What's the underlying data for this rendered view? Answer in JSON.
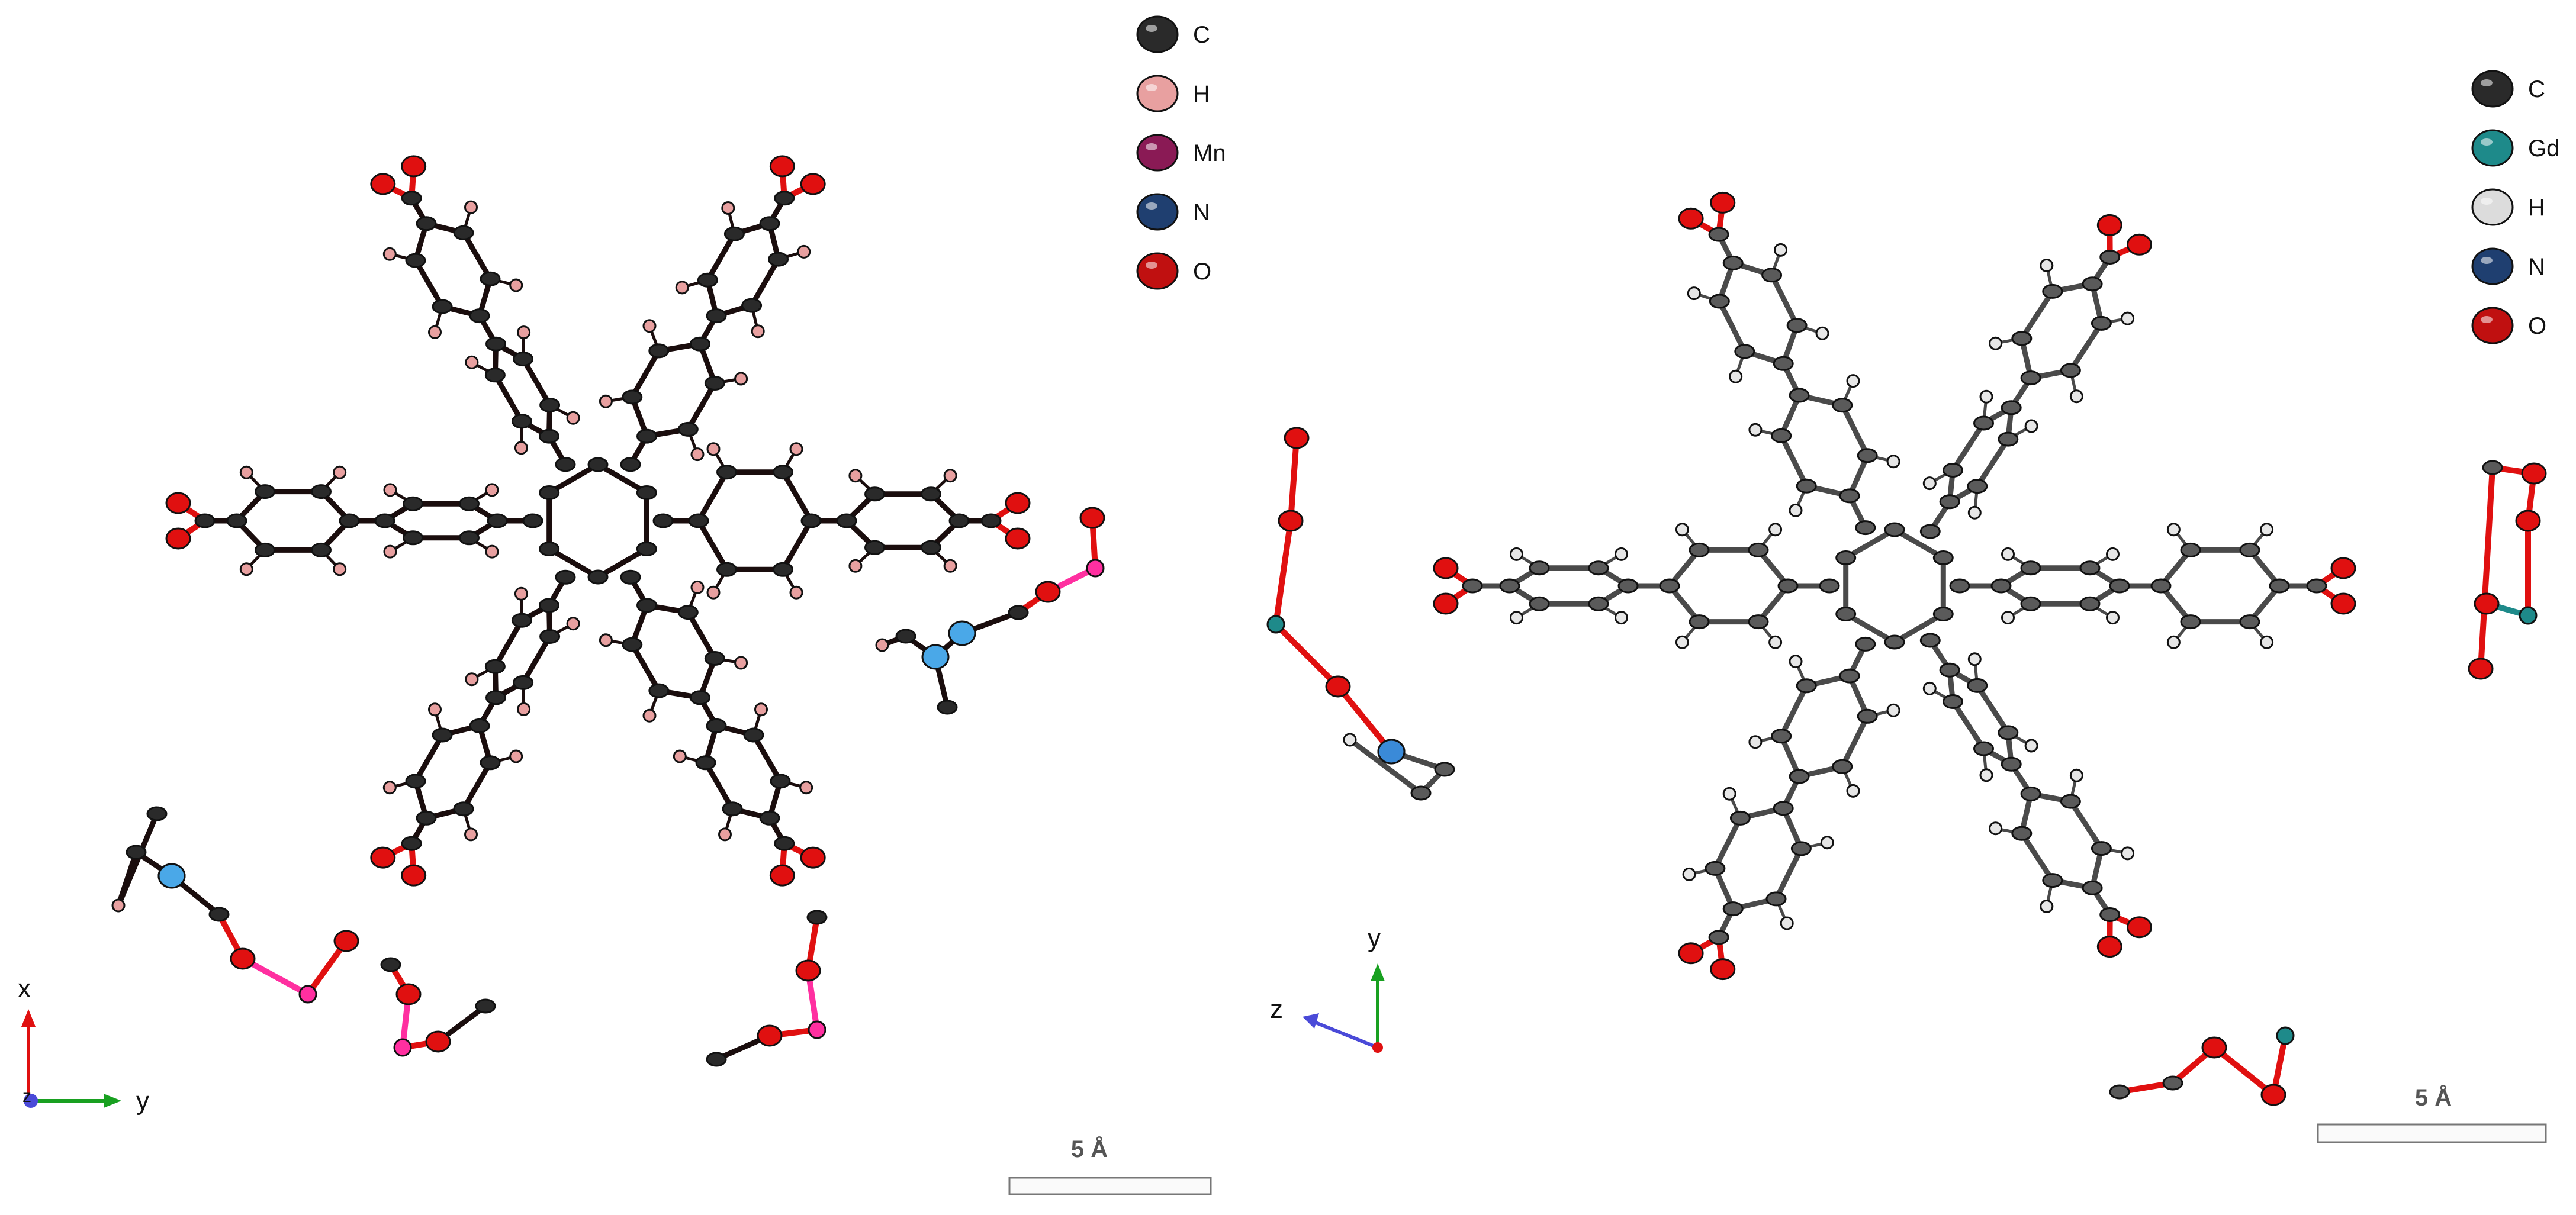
{
  "left_panel": {
    "legend": [
      {
        "label": "C",
        "color": "#2a2a2a"
      },
      {
        "label": "H",
        "color": "#e8a0a0"
      },
      {
        "label": "Mn",
        "color": "#8a1a55"
      },
      {
        "label": "N",
        "color": "#1f3f70"
      },
      {
        "label": "O",
        "color": "#c01010"
      }
    ],
    "axes": {
      "up": "x",
      "right": "y",
      "origin_label": "z"
    },
    "scale_bar": "5 Å",
    "colors": {
      "bond": "#1a0d0d",
      "carbon": "#2a2a2a",
      "hydrogen": "#e8a0a0",
      "metal": "#ff2fa0",
      "nitrogen": "#4aa8e8",
      "oxygen": "#e01010"
    }
  },
  "right_panel": {
    "legend": [
      {
        "label": "C",
        "color": "#2a2a2a"
      },
      {
        "label": "Gd",
        "color": "#1e8a8a"
      },
      {
        "label": "H",
        "color": "#dcdcdc"
      },
      {
        "label": "N",
        "color": "#1f3f70"
      },
      {
        "label": "O",
        "color": "#c01010"
      }
    ],
    "axes": {
      "up": "y",
      "left_down": "z"
    },
    "scale_bar": "5 Å",
    "colors": {
      "bond": "#4a4a4a",
      "carbon": "#5a5a5a",
      "hydrogen": "#e6e6e6",
      "metal": "#1e8a8a",
      "nitrogen": "#3a8ad8",
      "oxygen": "#e01010"
    }
  }
}
